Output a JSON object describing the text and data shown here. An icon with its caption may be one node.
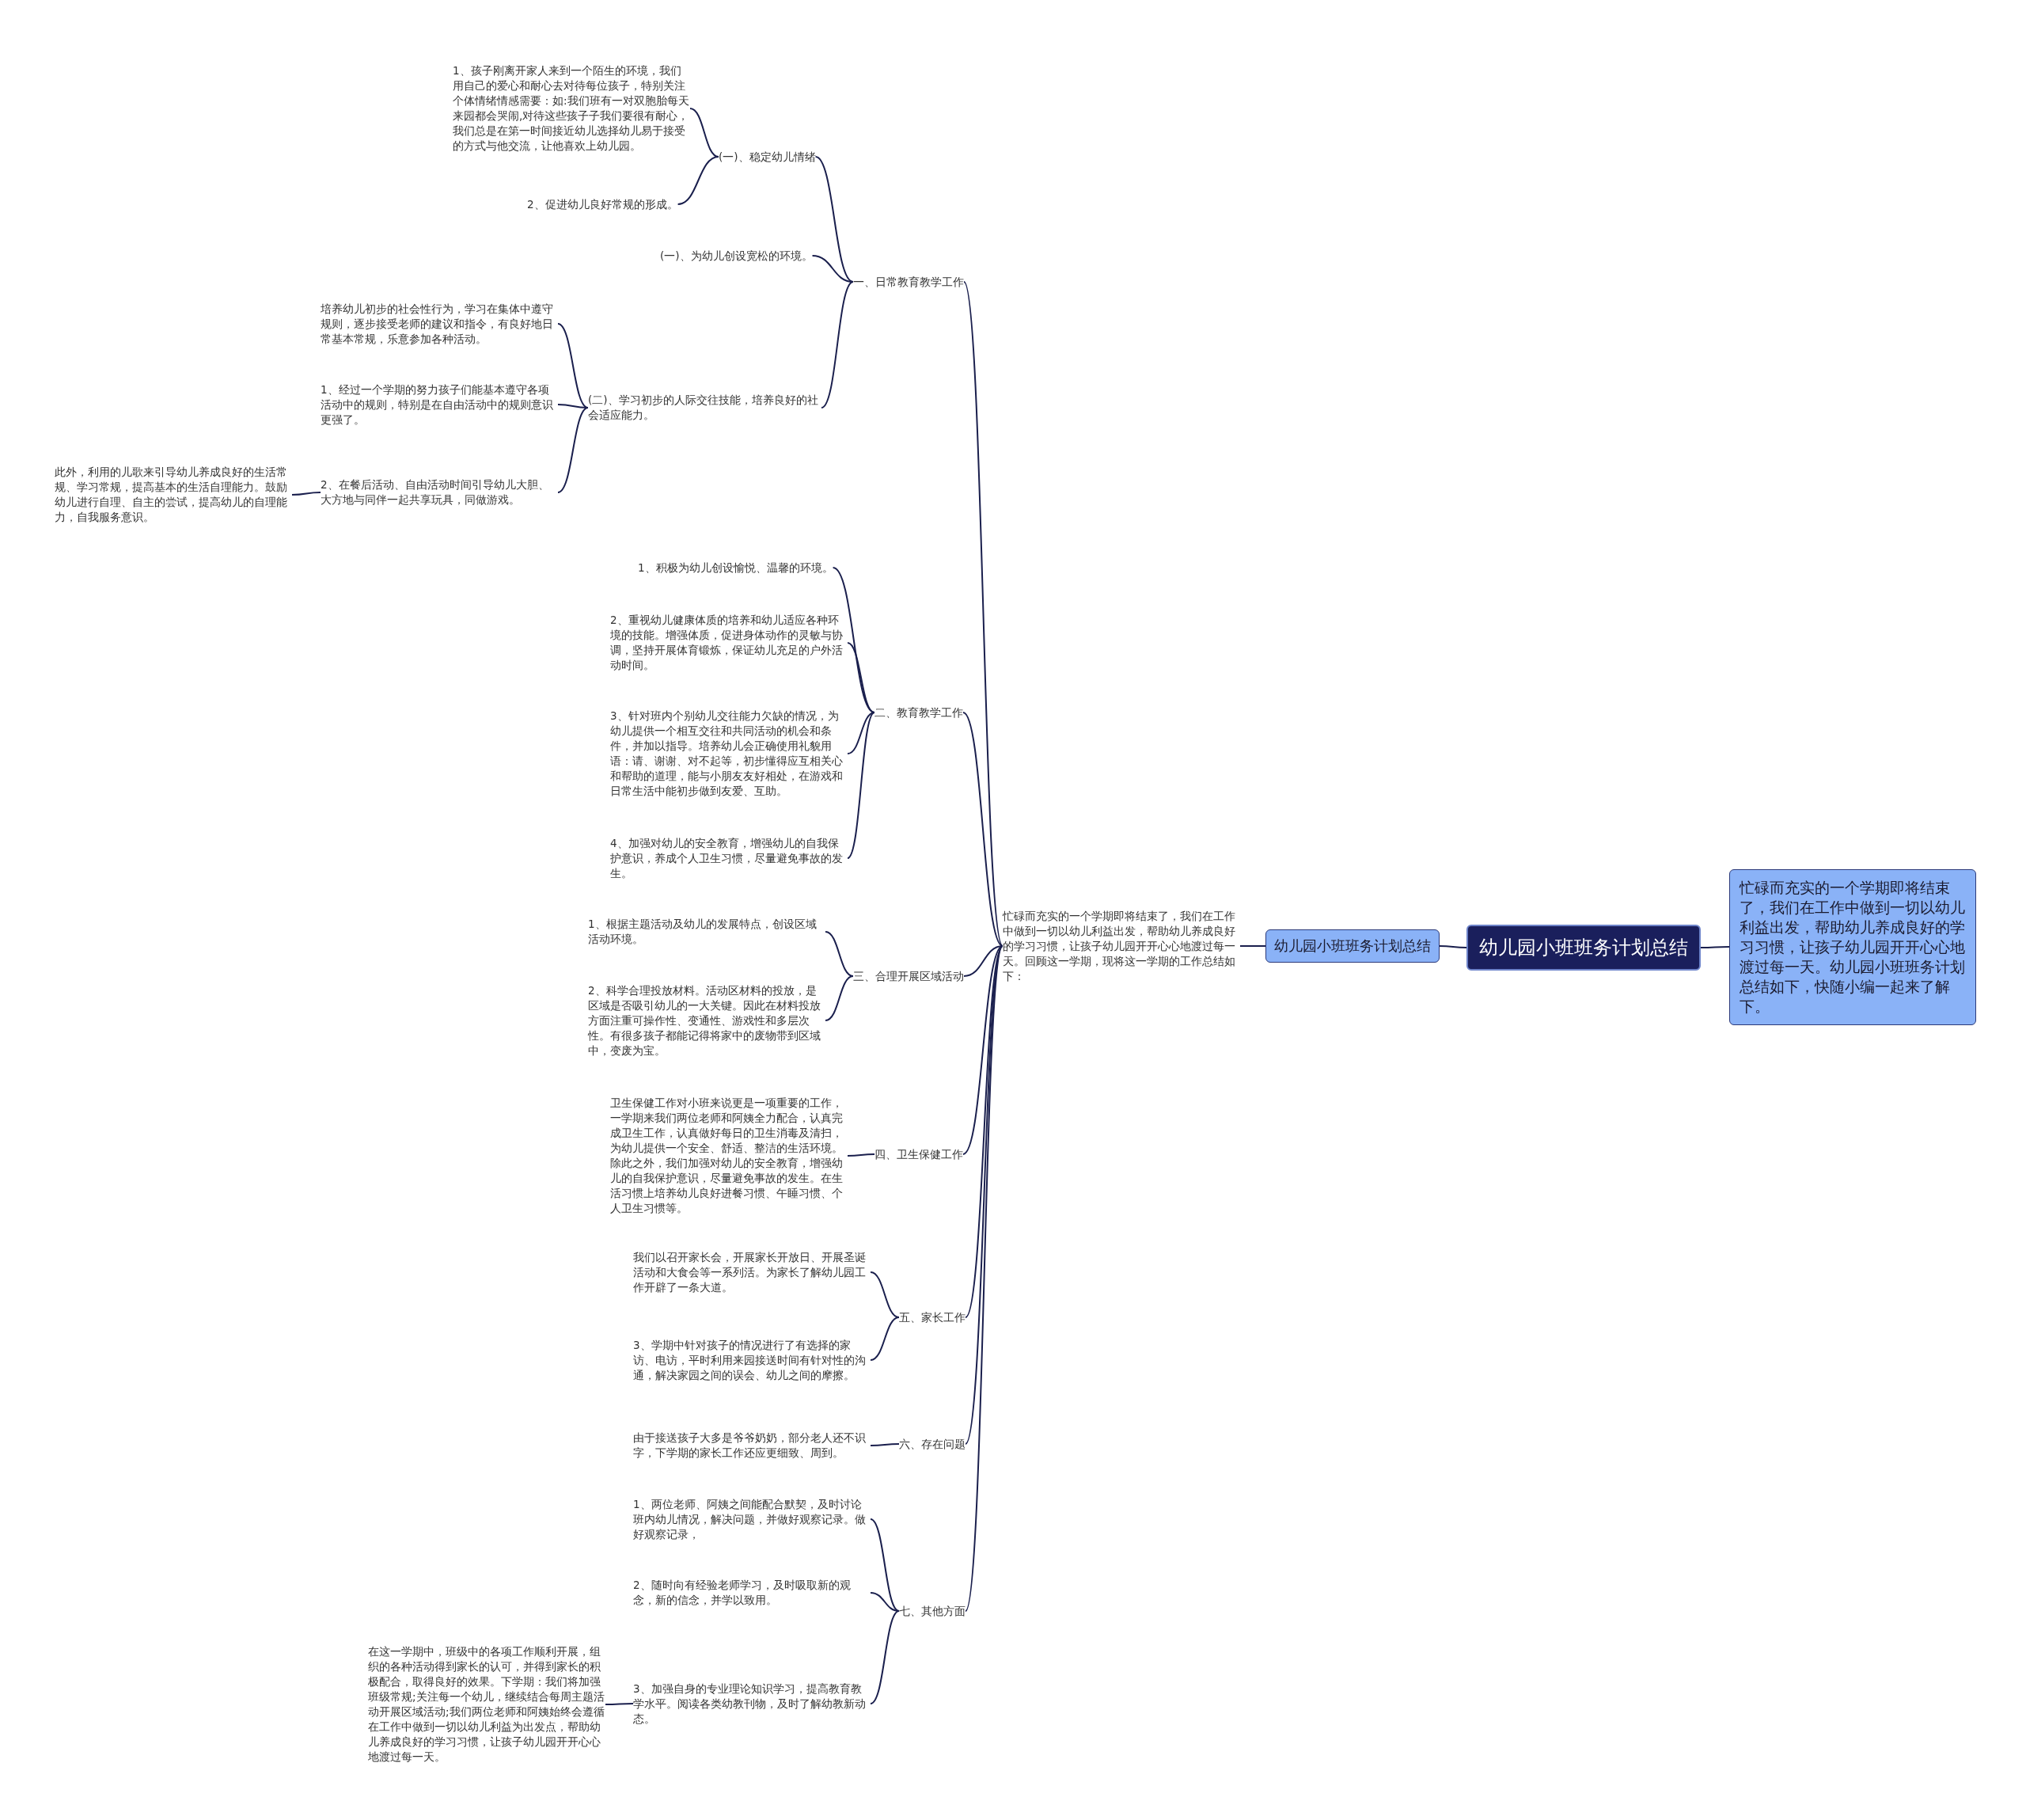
{
  "diagram": {
    "nodes": [
      {
        "text": [
          "幼儿园小班班务计划总结"
        ]
      },
      {
        "text": [
          "忙碌而充实的一个学期即将结束了，我们在工作中做到一切以幼儿利益出发，帮助幼儿养成良好的学习习惯，让孩子幼儿园开开心心地渡过每一天。幼儿园小班班务计划总结如下，快随小编一起来了解下。"
        ]
      },
      {
        "text": [
          "幼儿园小班班务计划总结"
        ]
      },
      {
        "text": [
          "忙碌而充实的一个学期即将结束了，我们在工作中做到一切以幼儿利益出发，帮助幼儿养成良好的学习习惯，让孩子幼儿园开开心心地渡过每一天。回顾这一学期，现将这一学期的工作总结如下："
        ]
      },
      {
        "text": [
          "一、日常教育教学工作"
        ]
      },
      {
        "text": [
          "(一)、稳定幼儿情绪"
        ]
      },
      {
        "text": [
          "1、孩子刚离开家人来到一个陌生的环境，我们用自己的爱心和耐心去对待每位孩子，特别关注个体情绪情感需要：如:我们班有一对双胞胎每天来园都会哭闹,对待这些孩子子我们要很有耐心，我们总是在第一时间接近幼儿选择幼儿易于接受的方式与他交流，让他喜欢上幼儿园。"
        ]
      },
      {
        "text": [
          "2、促进幼儿良好常规的形成。"
        ]
      },
      {
        "text": [
          "(一)、为幼儿创设宽松的环境。"
        ]
      },
      {
        "text": [
          "(二)、学习初步的人际交往技能，培养良好的社会适应能力。"
        ]
      },
      {
        "text": [
          "培养幼儿初步的社会性行为，学习在集体中遵守规则，逐步接受老师的建议和指令，有良好地日常基本常规，乐意参加各种活动。"
        ]
      },
      {
        "text": [
          "1、经过一个学期的努力孩子们能基本遵守各项活动中的规则，特别是在自由活动中的规则意识更强了。"
        ]
      },
      {
        "text": [
          "2、在餐后活动、自由活动时间引导幼儿大胆、大方地与同伴一起共享玩具，同做游戏。"
        ]
      },
      {
        "text": [
          "此外，利用的儿歌来引导幼儿养成良好的生活常规、学习常规，提高基本的生活自理能力。鼓励幼儿进行自理、自主的尝试，提高幼儿的自理能力，自我服务意识。"
        ]
      },
      {
        "text": [
          "二、教育教学工作"
        ]
      },
      {
        "text": [
          "1、积极为幼儿创设愉悦、温馨的环境。"
        ]
      },
      {
        "text": [
          "2、重视幼儿健康体质的培养和幼儿适应各种环境的技能。增强体质，促进身体动作的灵敏与协调，坚持开展体育锻炼，保证幼儿充足的户外活动时间。"
        ]
      },
      {
        "text": [
          "3、针对班内个别幼儿交往能力欠缺的情况，为幼儿提供一个相互交往和共同活动的机会和条件，并加以指导。培养幼儿会正确使用礼貌用语：请、谢谢、对不起等，初步懂得应互相关心和帮助的道理，能与小朋友友好相处，在游戏和日常生活中能初步做到友爱、互助。"
        ]
      },
      {
        "text": [
          "4、加强对幼儿的安全教育，增强幼儿的自我保护意识，养成个人卫生习惯，尽量避免事故的发生。"
        ]
      },
      {
        "text": [
          "三、合理开展区域活动"
        ]
      },
      {
        "text": [
          "1、根据主题活动及幼儿的发展特点，创设区域活动环境。"
        ]
      },
      {
        "text": [
          "2、科学合理投放材料。活动区材料的投放，是区域是否吸引幼儿的一大关键。因此在材料投放方面注重可操作性、变通性、游戏性和多层次性。有很多孩子都能记得将家中的废物带到区域中，变废为宝。"
        ]
      },
      {
        "text": [
          "四、卫生保健工作"
        ]
      },
      {
        "text": [
          "卫生保健工作对小班来说更是一项重要的工作，一学期来我们两位老师和阿姨全力配合，认真完成卫生工作，认真做好每日的卫生消毒及清扫，为幼儿提供一个安全、舒适、整洁的生活环境。除此之外，我们加强对幼儿的安全教育，增强幼儿的自我保护意识，尽量避免事故的发生。在生活习惯上培养幼儿良好进餐习惯、午睡习惯、个人卫生习惯等。"
        ]
      },
      {
        "text": [
          "五、家长工作"
        ]
      },
      {
        "text": [
          "我们以召开家长会，开展家长开放日、开展圣诞活动和大食会等一系列活。为家长了解幼儿园工作开辟了一条大道。"
        ]
      },
      {
        "text": [
          "3、学期中针对孩子的情况进行了有选择的家访、电访，平时利用来园接送时间有针对性的沟通，解决家园之间的误会、幼儿之间的摩擦。"
        ]
      },
      {
        "text": [
          "六、存在问题"
        ]
      },
      {
        "text": [
          "由于接送孩子大多是爷爷奶奶，部分老人还不识字，下学期的家长工作还应更细致、周到。"
        ]
      },
      {
        "text": [
          "七、其他方面"
        ]
      },
      {
        "text": [
          "1、两位老师、阿姨之间能配合默契，及时讨论班内幼儿情况，解决问题，并做好观察记录。做好观察记录，"
        ]
      },
      {
        "text": [
          "2、随时向有经验老师学习，及时吸取新的观念，新的信念，并学以致用。"
        ]
      },
      {
        "text": [
          "3、加强自身的专业理论知识学习，提高教育教学水平。阅读各类幼教刊物，及时了解幼教新动态。"
        ]
      },
      {
        "text": [
          "在这一学期中，班级中的各项工作顺利开展，组织的各种活动得到家长的认可，并得到家长的积极配合，取得良好的效果。下学期：我们将加强班级常规;关注每一个幼儿，继续结合每周主题活动开展区域活动;我们两位老师和阿姨始终会遵循在工作中做到一切以幼儿利益为出发点，帮助幼儿养成良好的学习习惯，让孩子幼儿园开开心心地渡过每一天。"
        ]
      }
    ],
    "edges": [
      {
        "from": 0,
        "to": 1,
        "arrow": "none"
      },
      {
        "from": 0,
        "to": 2,
        "arrow": "none"
      },
      {
        "from": 2,
        "to": 3,
        "arrow": "none"
      },
      {
        "from": 3,
        "to": 4,
        "arrow": "none"
      },
      {
        "from": 4,
        "to": 5,
        "arrow": "none"
      },
      {
        "from": 5,
        "to": 6,
        "arrow": "none"
      },
      {
        "from": 5,
        "to": 7,
        "arrow": "none"
      },
      {
        "from": 4,
        "to": 8,
        "arrow": "none"
      },
      {
        "from": 4,
        "to": 9,
        "arrow": "none"
      },
      {
        "from": 9,
        "to": 10,
        "arrow": "none"
      },
      {
        "from": 9,
        "to": 11,
        "arrow": "none"
      },
      {
        "from": 9,
        "to": 12,
        "arrow": "none"
      },
      {
        "from": 12,
        "to": 13,
        "arrow": "none"
      },
      {
        "from": 3,
        "to": 14,
        "arrow": "none"
      },
      {
        "from": 14,
        "to": 15,
        "arrow": "none"
      },
      {
        "from": 14,
        "to": 16,
        "arrow": "none"
      },
      {
        "from": 14,
        "to": 17,
        "arrow": "none"
      },
      {
        "from": 14,
        "to": 18,
        "arrow": "none"
      },
      {
        "from": 3,
        "to": 19,
        "arrow": "none"
      },
      {
        "from": 19,
        "to": 20,
        "arrow": "none"
      },
      {
        "from": 19,
        "to": 21,
        "arrow": "none"
      },
      {
        "from": 3,
        "to": 22,
        "arrow": "none"
      },
      {
        "from": 22,
        "to": 23,
        "arrow": "none"
      },
      {
        "from": 3,
        "to": 24,
        "arrow": "none"
      },
      {
        "from": 24,
        "to": 25,
        "arrow": "none"
      },
      {
        "from": 24,
        "to": 26,
        "arrow": "none"
      },
      {
        "from": 3,
        "to": 27,
        "arrow": "none"
      },
      {
        "from": 27,
        "to": 28,
        "arrow": "none"
      },
      {
        "from": 3,
        "to": 29,
        "arrow": "none"
      },
      {
        "from": 29,
        "to": 30,
        "arrow": "none"
      },
      {
        "from": 29,
        "to": 31,
        "arrow": "none"
      },
      {
        "from": 29,
        "to": 32,
        "arrow": "none"
      },
      {
        "from": 32,
        "to": 33,
        "arrow": "none"
      }
    ]
  }
}
